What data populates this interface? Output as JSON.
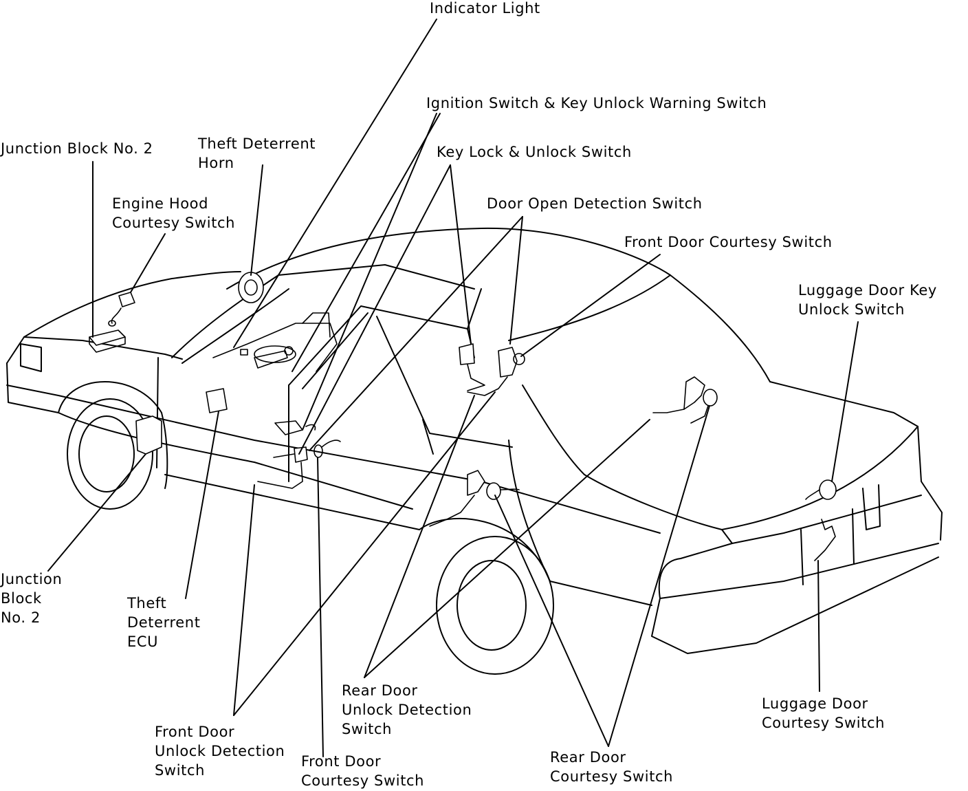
{
  "labels": {
    "indicator_light": [
      "Indicator Light"
    ],
    "ignition_switch": [
      "Ignition Switch & Key Unlock Warning Switch"
    ],
    "key_lock_switch": [
      "Key Lock & Unlock Switch"
    ],
    "door_open_detection": [
      "Door Open Detection Switch"
    ],
    "front_door_courtesy_top": [
      "Front Door Courtesy Switch"
    ],
    "luggage_door_key_unlock": [
      "Luggage Door Key",
      "Unlock Switch"
    ],
    "junction_block_top": [
      "Junction Block No. 2"
    ],
    "theft_deterrent_horn": [
      "Theft Deterrent",
      "Horn"
    ],
    "engine_hood_courtesy": [
      "Engine Hood",
      "Courtesy Switch"
    ],
    "junction_block_left": [
      "Junction",
      "Block",
      "No. 2"
    ],
    "theft_deterrent_ecu": [
      "Theft",
      "Deterrent",
      "ECU"
    ],
    "rear_door_unlock_detection": [
      "Rear Door",
      "Unlock Detection",
      "Switch"
    ],
    "luggage_door_courtesy": [
      "Luggage Door",
      "Courtesy Switch"
    ],
    "front_door_unlock_detection": [
      "Front Door",
      "Unlock Detection",
      "Switch"
    ],
    "front_door_courtesy_bottom": [
      "Front Door",
      "Courtesy Switch"
    ],
    "rear_door_courtesy": [
      "Rear Door",
      "Courtesy Switch"
    ]
  }
}
